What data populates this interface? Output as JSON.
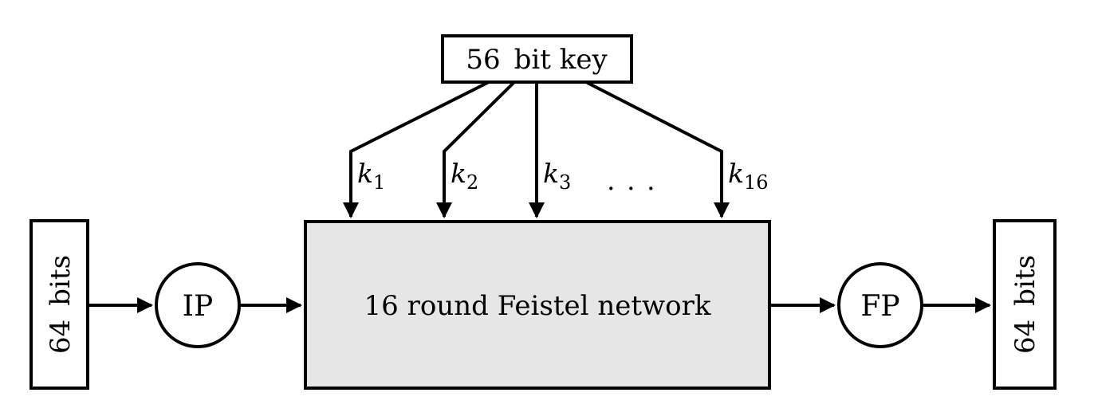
{
  "colors": {
    "stroke": "#000000",
    "background": "#ffffff",
    "plain_box_fill": "#ffffff",
    "feistel_fill": "#e6e6e6"
  },
  "key_box": {
    "label": "56 bit key"
  },
  "subkeys": [
    {
      "base": "k",
      "sub": "1"
    },
    {
      "base": "k",
      "sub": "2"
    },
    {
      "base": "k",
      "sub": "3"
    },
    {
      "base": "k",
      "sub": "16"
    }
  ],
  "subkey_ellipsis": ". . .",
  "feistel_box": {
    "label": "16 round Feistel network"
  },
  "input_box": {
    "label": "64 bits"
  },
  "output_box": {
    "label": "64 bits"
  },
  "ip_node": {
    "label": "IP"
  },
  "fp_node": {
    "label": "FP"
  }
}
